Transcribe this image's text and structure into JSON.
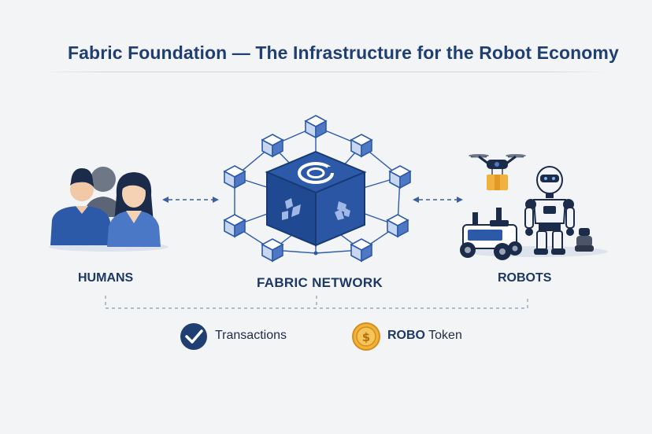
{
  "title": "Fabric Foundation — The Infrastructure for the Robot Economy",
  "nodes": {
    "humans": "HUMANS",
    "network": "FABRIC NETWORK",
    "robots": "ROBOTS"
  },
  "legend": {
    "transactions": "Transactions",
    "token_prefix": "ROBO",
    "token_suffix": " Token",
    "token_symbol": "$"
  },
  "colors": {
    "primary": "#1f3f73",
    "accent_blue": "#2d5aa8",
    "cube_light": "#dbe6f7",
    "gold": "#f0b23c"
  },
  "icons": {
    "humans": "people-group-icon",
    "network": "network-cube-icon",
    "robots": "robots-group-icon",
    "transactions": "check-circle-icon",
    "token": "coin-icon"
  }
}
